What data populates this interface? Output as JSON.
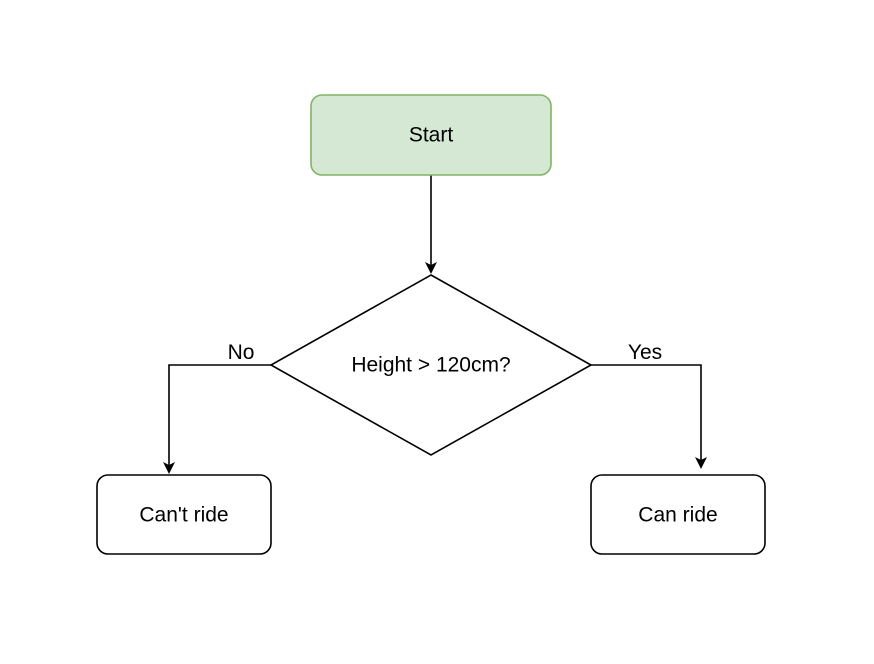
{
  "diagram": {
    "colors": {
      "start_fill": "#d5e8d4",
      "start_stroke": "#82b366",
      "node_stroke": "#000000",
      "line": "#000000",
      "background": "#ffffff"
    },
    "nodes": {
      "start": {
        "label": "Start",
        "shape": "rounded-rectangle"
      },
      "decision": {
        "label": "Height > 120cm?",
        "shape": "diamond"
      },
      "cant_ride": {
        "label": "Can't ride",
        "shape": "rounded-rectangle"
      },
      "can_ride": {
        "label": "Can ride",
        "shape": "rounded-rectangle"
      }
    },
    "edges": {
      "start_to_decision": {
        "from": "start",
        "to": "decision",
        "label": ""
      },
      "no": {
        "from": "decision",
        "to": "cant_ride",
        "label": "No"
      },
      "yes": {
        "from": "decision",
        "to": "can_ride",
        "label": "Yes"
      }
    }
  }
}
